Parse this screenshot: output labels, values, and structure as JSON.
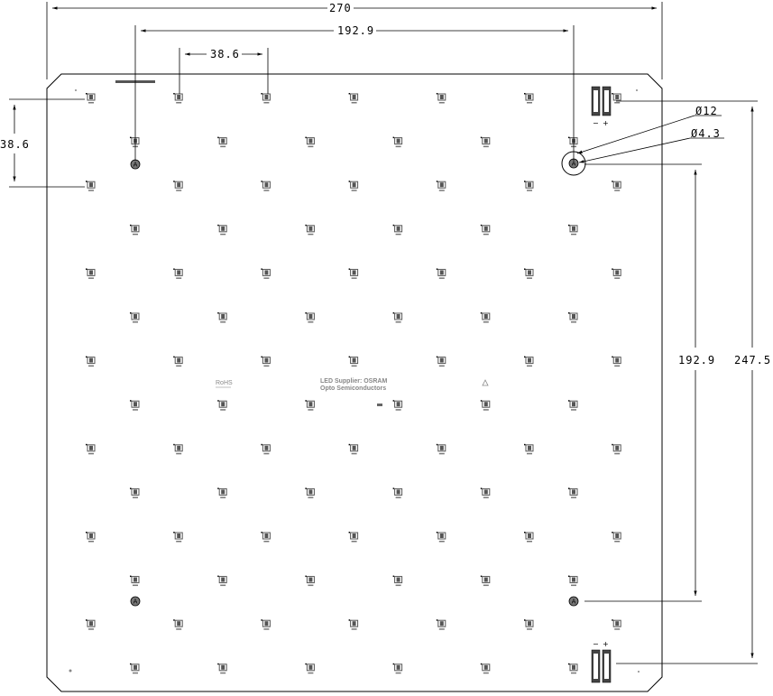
{
  "dimensions": {
    "overall_width": "270",
    "hole_spacing_x": "192.9",
    "led_pitch_x": "38.6",
    "led_pitch_y": "38.6",
    "hole_spacing_y": "192.9",
    "overall_height": "247.5",
    "hole_large_diameter": "Ø12",
    "hole_small_diameter": "Ø4.3"
  },
  "board": {
    "part_number": "",
    "supplier_line1": "LED Supplier: OSRAM",
    "supplier_line2": "Opto Semiconductors",
    "rohs_label": "RoHS",
    "mounting_hole_label": "A",
    "connector_minus": "−",
    "connector_plus": "+"
  },
  "led_grid": {
    "columns_even_row": 7,
    "columns_odd_row": 6,
    "rows": 14
  },
  "colors": {
    "line": "#000000",
    "mounting_hole_fill": "#777777",
    "led_body": "#555555",
    "supplier_text": "#888888"
  }
}
